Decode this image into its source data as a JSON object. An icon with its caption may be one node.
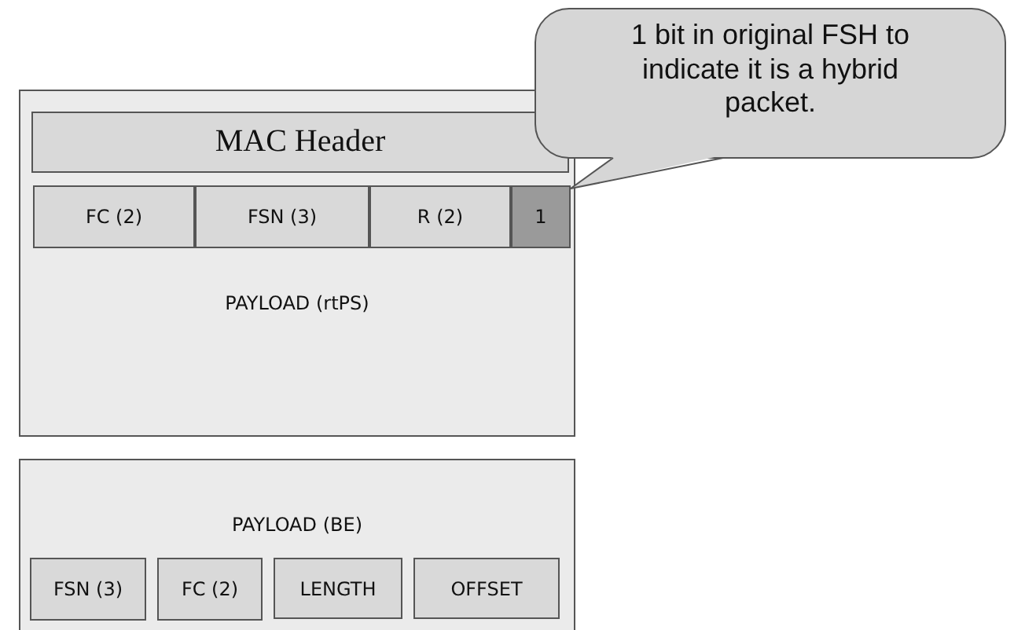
{
  "diagram": {
    "nodes": [
      {
        "text": [
          "PAYLOAD (rtPS)"
        ]
      },
      {
        "text": [
          "MAC Header"
        ],
        "in": 0
      },
      {
        "text": [
          "FC (2)"
        ],
        "in": 0
      },
      {
        "text": [
          "FSN (3)"
        ],
        "in": 0
      },
      {
        "text": [
          "R (2)"
        ],
        "in": 0
      },
      {
        "text": [
          "1"
        ],
        "in": 0
      },
      {
        "text": [
          "PAYLOAD (BE)"
        ]
      },
      {
        "text": [
          "FSN (3)"
        ],
        "in": 6
      },
      {
        "text": [
          "FC (2)"
        ],
        "in": 6
      },
      {
        "text": [
          "LENGTH"
        ],
        "in": 6
      },
      {
        "text": [
          "OFFSET"
        ],
        "in": 6
      },
      {
        "text": [
          "1 bit in original FSH to indicate it is a hybrid packet."
        ]
      }
    ],
    "edges": [
      {
        "from": 11,
        "to": 5,
        "arrow": "none"
      }
    ]
  }
}
